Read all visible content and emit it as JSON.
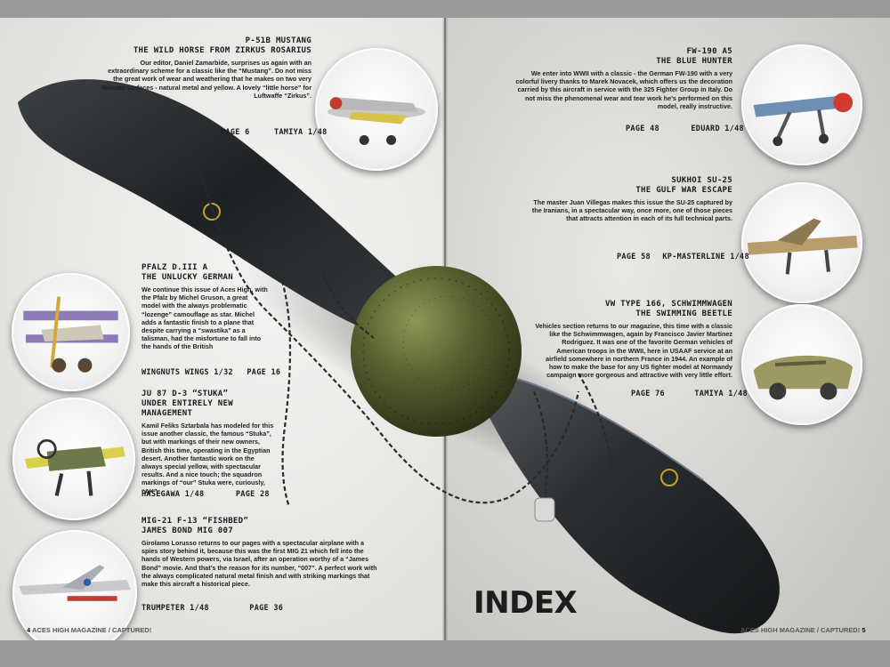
{
  "spread": {
    "index_title": "INDEX"
  },
  "articles": [
    {
      "id": "mustang",
      "title1": "P-51B MUSTANG",
      "title2": "THE WILD HORSE FROM ZIRKUS ROSARIUS",
      "body": "Our editor, Daniel Zamarbide, surprises us again with an extraordinary scheme for a classic like the “Mustang”. Do not miss the great work of wear and weathering that he makes on two very delicate surfaces - natural metal and yellow. A lovely “little horse” for Luftwaffe “Zirkus”.",
      "page": "PAGE 6",
      "kit": "TAMIYA 1/48"
    },
    {
      "id": "pfalz",
      "title1": "PFALZ D.III A",
      "title2": "THE UNLUCKY GERMAN",
      "body": "We continue this issue of Aces High, with the Pfalz by Michel Gruson, a great model with the always problematic “lozenge” camouflage as star. Michel adds a fantastic finish to a plane that despite carrying a “swastika” as a talisman, had the misfortune to fall into the hands of the British",
      "page": "PAGE 16",
      "kit": "WINGNUTS WINGS 1/32"
    },
    {
      "id": "stuka",
      "title1": "JU 87 D-3 “STUKA”",
      "title2": "UNDER ENTIRELY NEW MANAGEMENT",
      "body": "Kamil Feliks Sztarbala has modeled for this issue another classic, the famous “Stuka”, but with markings of their new owners, British this time, operating in the Egyptian desert. Another fantastic work on the always special yellow, with spectacular results. And a nice touch; the squadron markings of “our” Stuka were, curiously, “AK”...",
      "page": "PAGE 28",
      "kit": "HASEGAWA 1/48"
    },
    {
      "id": "mig",
      "title1": "MIG-21 F-13 “FISHBED”",
      "title2": "JAMES BOND MIG 007",
      "body": "Girolamo Lorusso returns to our pages with a spectacular airplane with a spies story behind it, because this was the first MIG 21 which fell into the hands of Western powers, via Israel, after an operation worthy of a “James Bond” movie. And that’s the reason for its number, “007”. A perfect work with the always complicated natural metal finish and with striking markings that make this aircraft a historical piece.",
      "page": "PAGE 36",
      "kit": "TRUMPETER 1/48"
    },
    {
      "id": "fw190",
      "title1": "FW-190 A5",
      "title2": "THE BLUE HUNTER",
      "body": "We enter into WWII with a classic - the German FW-190 with a very colorful livery thanks to Marek Novacek, which offers us the decoration carried by this aircraft in service with the 325 Fighter Group in Italy. Do not miss the phenomenal wear and tear work he’s performed on this model, really instructive.",
      "page": "PAGE 48",
      "kit": "EDUARD 1/48"
    },
    {
      "id": "su25",
      "title1": "SUKHOI SU-25",
      "title2": "THE GULF WAR ESCAPE",
      "body": "The master Juan Villegas makes this issue the SU-25 captured by the Iranians, in a spectacular way, once more, one of those pieces that attracts attention in each of its full technical parts.",
      "page": "PAGE 58",
      "kit": "KP-MASTERLINE 1/48"
    },
    {
      "id": "vw166",
      "title1": "VW TYPE 166, SCHWIMMWAGEN",
      "title2": "THE SWIMMING BEETLE",
      "body": "Vehicles section returns to our magazine, this time with a classic like the Schwimmwagen, again by Francisco Javier Martinez Rodriguez. It was one of the favorite German vehicles of American troops in the WWII, here in USAAF service at an airfield somewhere in northern France in 1944. An example of how to make the base for any US fighter model at Normandy campaign more gorgeous and attractive with very little effort.",
      "page": "PAGE 76",
      "kit": "TAMIYA 1/48"
    }
  ],
  "footer": {
    "left_num": "4",
    "left_text": "ACES HIGH MAGAZINE",
    "left_sep": "/",
    "left_section": "CAPTURED!",
    "right_text": "ACES HIGH MAGAZINE",
    "right_sep": "/",
    "right_section": "CAPTURED!",
    "right_num": "5"
  },
  "colors": {
    "propeller": "#262a2c",
    "spinner": "#4f5a2c",
    "chain": "#2a2a2a",
    "accent_red": "#c0392b"
  }
}
